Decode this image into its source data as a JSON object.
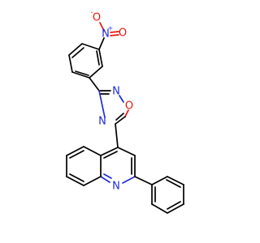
{
  "molecule": {
    "atoms": {
      "nitro_n": {
        "symbol": "N",
        "charge": "+",
        "color": "#1f2bd8"
      },
      "nitro_o_top": {
        "symbol": "O",
        "charge": "-",
        "color": "#e8170c"
      },
      "nitro_o_right": {
        "symbol": "O",
        "color": "#e8170c"
      },
      "oxadiazole_n_right": {
        "symbol": "N",
        "color": "#1f2bd8"
      },
      "oxadiazole_n_left": {
        "symbol": "N",
        "color": "#1f2bd8"
      },
      "oxadiazole_o": {
        "symbol": "O",
        "color": "#e8170c"
      },
      "quinoline_n": {
        "symbol": "N",
        "color": "#1f2bd8"
      }
    }
  }
}
